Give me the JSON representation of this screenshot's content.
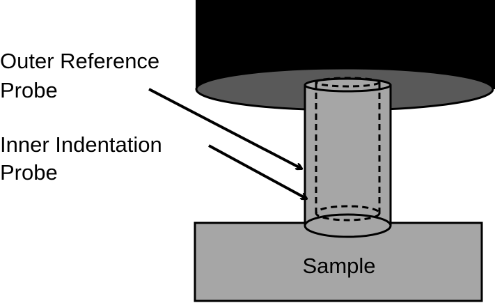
{
  "labels": {
    "outer_probe_line1": "Outer Reference",
    "outer_probe_line2": "Probe",
    "inner_probe_line1": "Inner Indentation",
    "inner_probe_line2": "Probe",
    "sample": "Sample"
  },
  "colors": {
    "instrument_body": "#000000",
    "instrument_face": "#595959",
    "probe": "#a6a6a6",
    "sample": "#a6a6a6",
    "outline": "#000000",
    "background": "#ffffff"
  }
}
